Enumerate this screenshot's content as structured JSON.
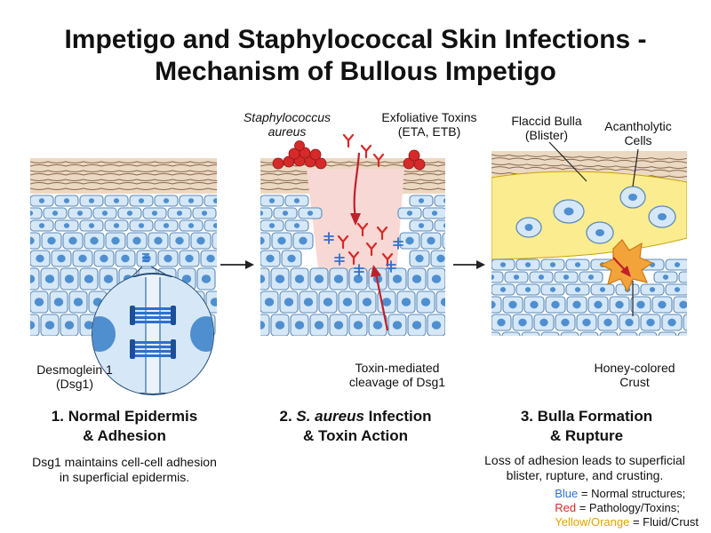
{
  "title": {
    "line1": "Impetigo and Staphylococcal Skin Infections -",
    "line2": "Mechanism of Bullous Impetigo"
  },
  "labels": {
    "staph_line1": "Staphylococcus",
    "staph_line2": "aureus",
    "toxins_line1": "Exfoliative Toxins",
    "toxins_line2": "(ETA, ETB)",
    "bulla_line1": "Flaccid Bulla",
    "bulla_line2": "(Blister)",
    "acantholytic_line1": "Acantholytic",
    "acantholytic_line2": "Cells",
    "dsg_line1": "Desmoglein 1",
    "dsg_line2": "(Dsg1)",
    "cleavage_line1": "Toxin-mediated",
    "cleavage_line2": "cleavage of Dsg1",
    "crust_line1": "Honey-colored",
    "crust_line2": "Crust"
  },
  "panels": [
    {
      "heading_line1": "1. Normal Epidermis",
      "heading_line2": "& Adhesion",
      "desc_line1": "Dsg1 maintains cell-cell adhesion",
      "desc_line2": "in superficial epidermis."
    },
    {
      "heading_line1_num": "2. ",
      "heading_line1_ital": "S. aureus",
      "heading_line1_rest": " Infection",
      "heading_line2": "& Toxin Action"
    },
    {
      "heading_line1": "3. Bulla Formation",
      "heading_line2": "& Rupture",
      "desc_line1": "Loss of adhesion leads to superficial",
      "desc_line2": "blister, rupture, and crusting."
    }
  ],
  "legend": {
    "blue_word": "Blue",
    "blue_rest": " = Normal structures;",
    "red_word": "Red",
    "red_rest": " = Pathology/Toxins;",
    "yellow_word": "Yellow/Orange",
    "yellow_rest": " = Fluid/Crust"
  },
  "colors": {
    "blue": "#2f6fd0",
    "red": "#d62a2a",
    "yellow": "#e0a400",
    "cell_fill": "#d6e8f7",
    "cell_stroke": "#5d8bb8",
    "nucleus": "#4f8fcf",
    "stratum_corneum": "#ecd9c3",
    "fluid": "#fbec8f",
    "crust": "#f2a43a",
    "pink_zone": "#f8d8d4"
  }
}
